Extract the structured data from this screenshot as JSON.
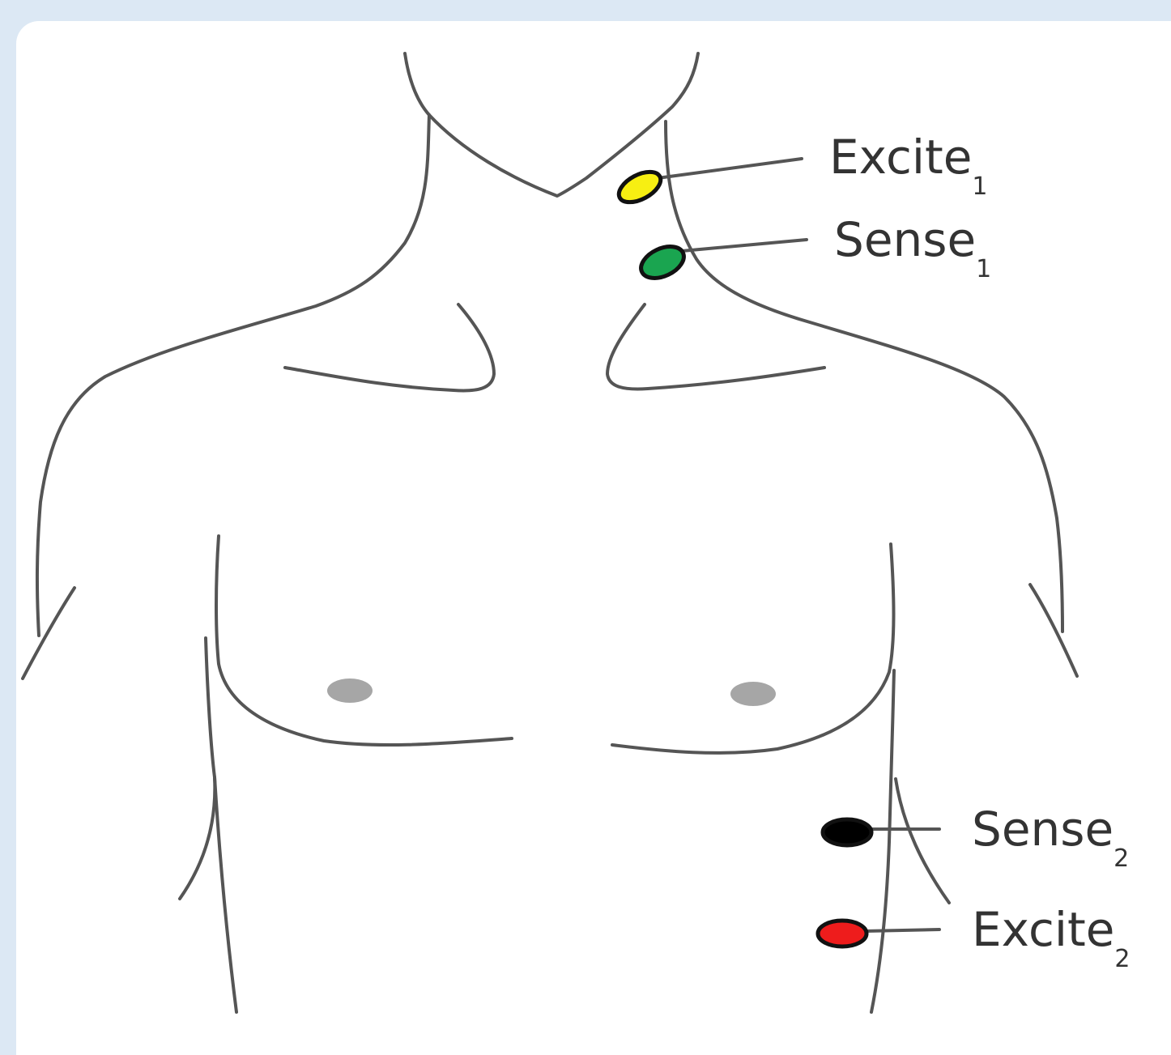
{
  "diagram": {
    "electrodes": [
      {
        "id": "excite-1",
        "base": "Excite",
        "sub": "1",
        "color": "#f7ef12"
      },
      {
        "id": "sense-1",
        "base": "Sense",
        "sub": "1",
        "color": "#1aa550"
      },
      {
        "id": "sense-2",
        "base": "Sense",
        "sub": "2",
        "color": "#000000"
      },
      {
        "id": "excite-2",
        "base": "Excite",
        "sub": "2",
        "color": "#ee1c1c"
      }
    ],
    "nipple_color": "#a6a6a6"
  }
}
